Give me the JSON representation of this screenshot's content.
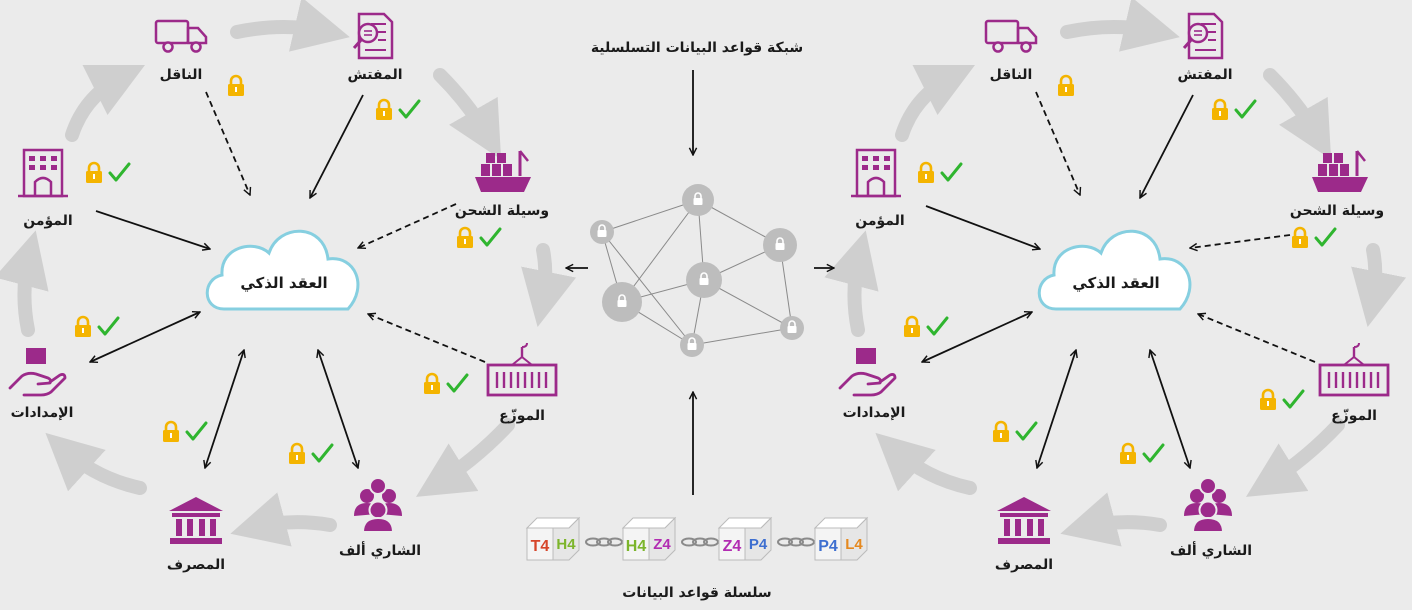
{
  "labels": {
    "carrier": "الناقل",
    "inspector": "المفتش",
    "shipping": "وسيلة الشحن",
    "insurer": "المؤمن",
    "smart_contract": "العقد الذكي",
    "supplies": "الإمدادات",
    "distributor": "الموزّع",
    "bank": "المصرف",
    "buyer": "الشاري ألف",
    "network_title": "شبكة قواعد البيانات التسلسلية",
    "chain_title": "سلسلة قواعد البيانات"
  },
  "blocks": [
    {
      "left": "T4",
      "right": "H4"
    },
    {
      "left": "H4",
      "right": "Z4"
    },
    {
      "left": "Z4",
      "right": "P4"
    },
    {
      "left": "P4",
      "right": "L4"
    }
  ],
  "colors": {
    "icon": "#9c2a8a",
    "cloud": "#86cfe0",
    "lock": "#f4b400",
    "check": "#2fb52f",
    "ring_arrow": "#cfcfcf",
    "node": "#bdbdbd",
    "letters": {
      "T": "#d6452a",
      "H": "#7cb52b",
      "Z": "#b22cb2",
      "P": "#3e6fd0",
      "L": "#e5891f"
    }
  },
  "icons": {
    "carrier": "truck-icon",
    "inspector": "document-search-icon",
    "shipping": "cargo-ship-icon",
    "insurer": "building-icon",
    "supplies": "hand-box-icon",
    "distributor": "container-crane-icon",
    "bank": "bank-icon",
    "buyer": "people-group-icon",
    "status": [
      "lock-icon",
      "check-icon"
    ]
  }
}
